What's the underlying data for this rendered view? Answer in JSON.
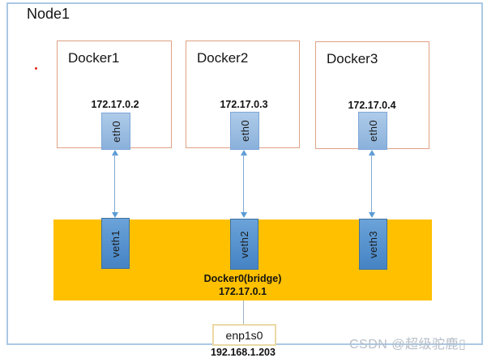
{
  "node": {
    "label": "Node1"
  },
  "containers": [
    {
      "name": "Docker1",
      "ip": "172.17.0.2",
      "interface": "eth0",
      "veth": "veth1"
    },
    {
      "name": "Docker2",
      "ip": "172.17.0.3",
      "interface": "eth0",
      "veth": "veth2"
    },
    {
      "name": "Docker3",
      "ip": "172.17.0.4",
      "interface": "eth0",
      "veth": "veth3"
    }
  ],
  "bridge": {
    "name": "Docker0(bridge)",
    "ip": "172.17.0.1"
  },
  "host_interface": {
    "name": "enp1s0",
    "ip": "192.168.1.203"
  },
  "watermark": {
    "text": "CSDN @超级驼鹿▯"
  },
  "colors": {
    "bridge_fill": "#FFC000",
    "veth_fill": "#5B9BD5",
    "eth_fill": "#9DC3E6",
    "docker_border": "#DFA183",
    "node_border": "#AAC8E4",
    "arrow": "#5B9BD5",
    "host_box_border": "#EAD9A4"
  }
}
